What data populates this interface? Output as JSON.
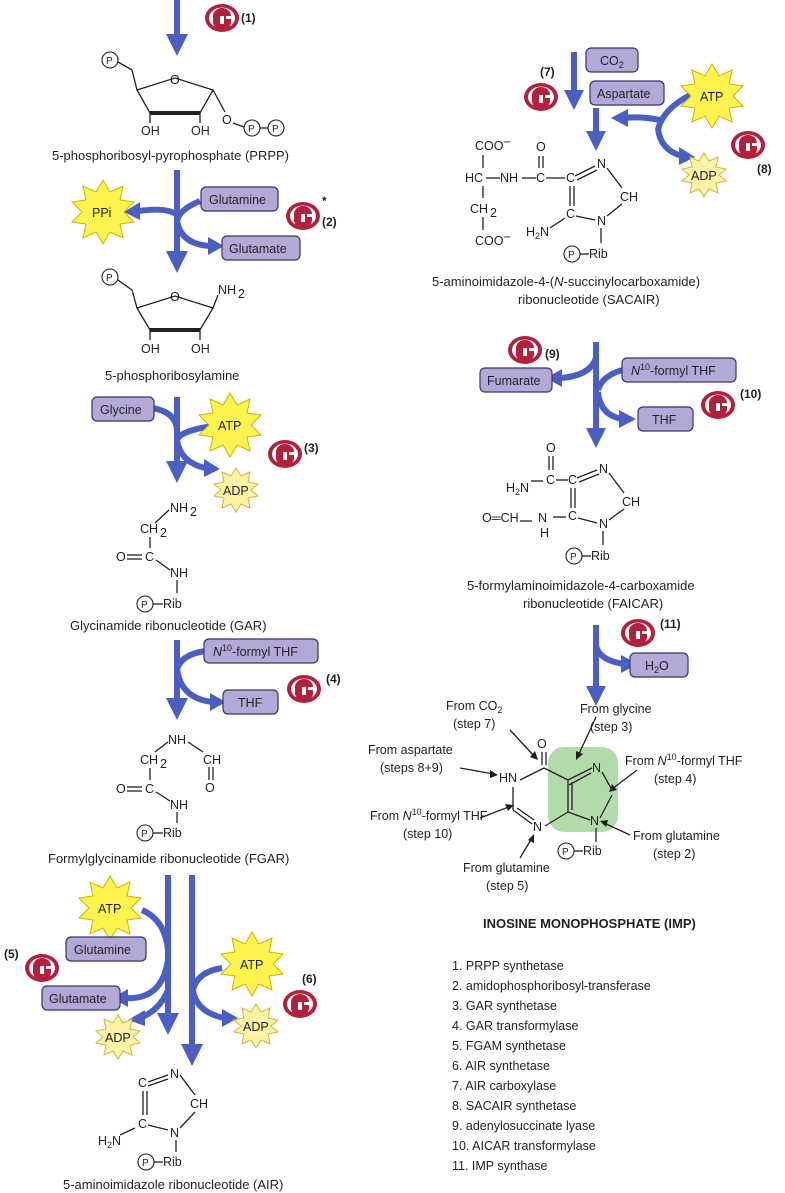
{
  "compounds": {
    "prpp": "5-phosphoribosyl-pyrophosphate (PRPP)",
    "pra": "5-phosphoribosylamine",
    "gar": "Glycinamide ribonucleotide (GAR)",
    "fgar": "Formylglycinamide ribonucleotide (FGAR)",
    "air": "5-aminoimidazole ribonucleotide (AIR)",
    "sacair_1": "5-aminoimidazole-4-(N-succinylocarboxamide)",
    "sacair_2": "ribonucleotide (SACAIR)",
    "faicar_1": "5-formylaminoimidazole-4-carboxamide",
    "faicar_2": "ribonucleotide (FAICAR)",
    "imp": "INOSINE MONOPHOSPHATE (IMP)"
  },
  "reagents": {
    "glutamine": "Glutamine",
    "glutamate": "Glutamate",
    "glycine": "Glycine",
    "n10": "N",
    "n10_sup": "10",
    "n10_rest": "-formyl THF",
    "thf": "THF",
    "atp": "ATP",
    "adp": "ADP",
    "ppi": "PPi",
    "co2": "CO",
    "co2_sub": "2",
    "aspartate": "Aspartate",
    "fumarate": "Fumarate",
    "h2o_h": "H",
    "h2o_sub": "2",
    "h2o_o": "O"
  },
  "steps": [
    "(1)",
    "(2)",
    "(3)",
    "(4)",
    "(5)",
    "(6)",
    "(7)",
    "(8)",
    "(9)",
    "(10)",
    "(11)"
  ],
  "asterisk": "*",
  "imp_sources": {
    "co2_line1": "From CO",
    "co2_sub": "2",
    "co2_line2": "(step 7)",
    "glycine_line1": "From glycine",
    "glycine_line2": "(step 3)",
    "aspartate_line1": "From aspartate",
    "aspartate_line2": "(steps 8+9)",
    "n10_right_1a": "From ",
    "n10_right_1b": "N",
    "n10_right_sup": "10",
    "n10_right_1c": "-formyl THF",
    "n10_right_2": "(step 4)",
    "n10_left_1a": "From ",
    "n10_left_1b": "N",
    "n10_left_sup": "10",
    "n10_left_1c": "-formyl THF",
    "n10_left_2": "(step 10)",
    "gln_right_1": "From glutamine",
    "gln_right_2": "(step 2)",
    "gln_bottom_1": "From glutamine",
    "gln_bottom_2": "(step 5)"
  },
  "enzymes": [
    "1. PRPP synthetase",
    "2. amidophosphoribosyl-transferase",
    "3. GAR synthetase",
    "4. GAR transformylase",
    "5. FGAM synthetase",
    "6. AIR synthetase",
    "7. AIR carboxylase",
    "8. SACAIR synthetase",
    "9. adenylosuccinate lyase",
    "10. AICAR transformylase",
    "11. IMP synthase"
  ],
  "atoms": {
    "O": "O",
    "OH": "OH",
    "NH2": "NH",
    "two": "2",
    "NH": "NH",
    "N": "N",
    "H": "H",
    "C": "C",
    "CH": "CH",
    "CH2": "CH",
    "COO": "COO",
    "minus": "−",
    "HC": "HC",
    "Rib": "Rib",
    "P": "P",
    "H2N": "H",
    "H2N_n": "N",
    "O_eq_CH": "O═CH",
    "NH_txt": "NH"
  },
  "colors": {
    "pathway": "#4a5fc1",
    "pill": "#b3a9d8",
    "star": "#fff44f",
    "enzyme_icon": "#b2203b",
    "highlight": "#a6d49a"
  }
}
